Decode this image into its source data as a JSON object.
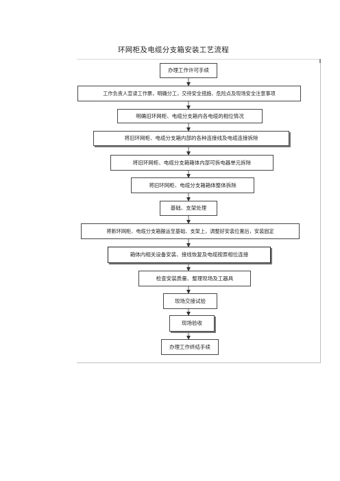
{
  "title": "环网柜及电缆分支箱安装工艺流程",
  "steps": [
    "办理工作许可手续",
    "工作负责人宣读工作票，明确分工，交待安全措施、危险点及现场安全注意事项",
    "明确旧环网柜、电缆分支箱内各电缆的相位情况",
    "将旧环网柜、电缆分支箱内部的各种连接线及电缆连接拆除",
    "将旧环网柜、电缆分支箱箱体内部可拆电器单元拆除",
    "将旧环网柜、电缆分支箱箱体整体拆除",
    "基础、支架处理",
    "将新环网柜、电缆分支箱搬运至基础、支架上，调整好安装位置后，安装固定",
    "箱体内相关设备安装、接线恢复及电缆按原相位连接",
    "检查安装质量、整理现场及工器具",
    "现场交接试验",
    "现场验收",
    "办理工作终结手续"
  ]
}
